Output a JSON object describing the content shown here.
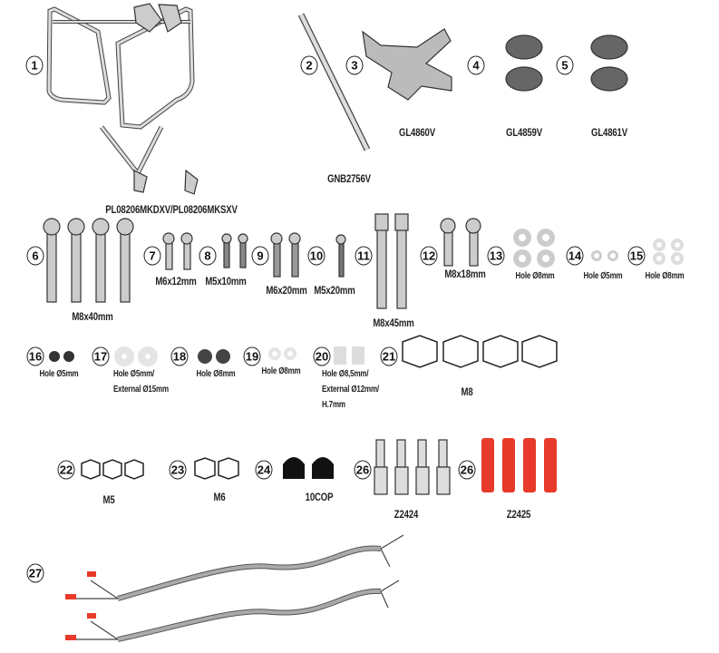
{
  "parts": [
    {
      "num": "1",
      "code": "PL08206MKDXV/PL08206MKSXV"
    },
    {
      "num": "2",
      "code": "GNB2756V"
    },
    {
      "num": "3",
      "code": "GL4860V"
    },
    {
      "num": "4",
      "code": "GL4859V"
    },
    {
      "num": "5",
      "code": "GL4861V"
    },
    {
      "num": "6",
      "spec": "M8x40mm"
    },
    {
      "num": "7",
      "spec": "M6x12mm"
    },
    {
      "num": "8",
      "spec": "M5x10mm"
    },
    {
      "num": "9",
      "spec": "M6x20mm"
    },
    {
      "num": "10",
      "spec": "M5x20mm"
    },
    {
      "num": "11",
      "spec": "M8x45mm"
    },
    {
      "num": "12",
      "spec": "M8x18mm"
    },
    {
      "num": "13",
      "spec": "Hole Ø8mm"
    },
    {
      "num": "14",
      "spec": "Hole Ø5mm"
    },
    {
      "num": "15",
      "spec": "Hole Ø8mm"
    },
    {
      "num": "16",
      "spec": "Hole Ø5mm"
    },
    {
      "num": "17",
      "spec": "Hole Ø5mm/",
      "spec2": "External Ø15mm"
    },
    {
      "num": "18",
      "spec": "Hole Ø8mm"
    },
    {
      "num": "19",
      "spec": "Hole Ø8mm"
    },
    {
      "num": "20",
      "spec": "Hole Ø8,5mm/",
      "spec2": "External Ø12mm/",
      "spec3": "H.7mm"
    },
    {
      "num": "21",
      "spec": "M8"
    },
    {
      "num": "22",
      "spec": "M5"
    },
    {
      "num": "23",
      "spec": "M6"
    },
    {
      "num": "24",
      "spec": "10COP"
    },
    {
      "num": "26",
      "spec": "Z2424"
    },
    {
      "num": "26",
      "spec": "Z2425"
    },
    {
      "num": "27"
    }
  ],
  "colors": {
    "part_fill": "#d9d9d9",
    "dark_part": "#555555",
    "red_part": "#e83a2a",
    "outline": "#333333"
  }
}
